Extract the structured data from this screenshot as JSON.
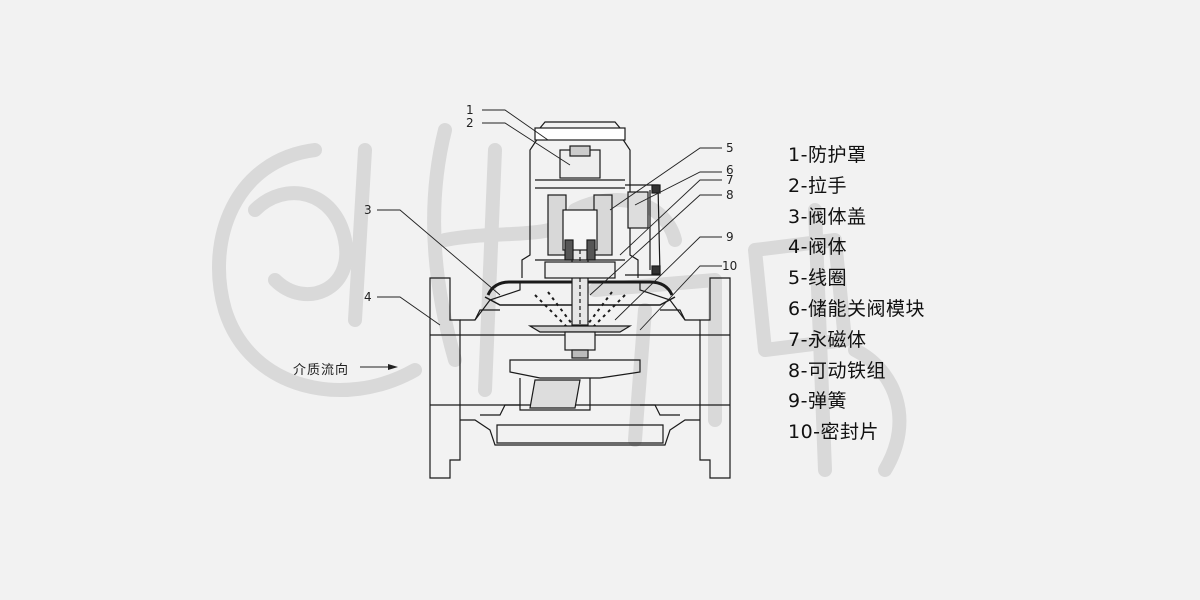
{
  "callouts": [
    "1",
    "2",
    "3",
    "4",
    "5",
    "6",
    "7",
    "8",
    "9",
    "10"
  ],
  "legend": [
    "1-防护罩",
    "2-拉手",
    "3-阀体盖",
    "4-阀体",
    "5-线圈",
    "6-储能关阀模块",
    "7-永磁体",
    "8-可动铁组",
    "9-弹簧",
    "10-密封片"
  ],
  "flow_label": "介质流向",
  "colors": {
    "background": "#f2f2f2",
    "line": "#1a1a1a",
    "watermark": "#dcdcdc"
  }
}
